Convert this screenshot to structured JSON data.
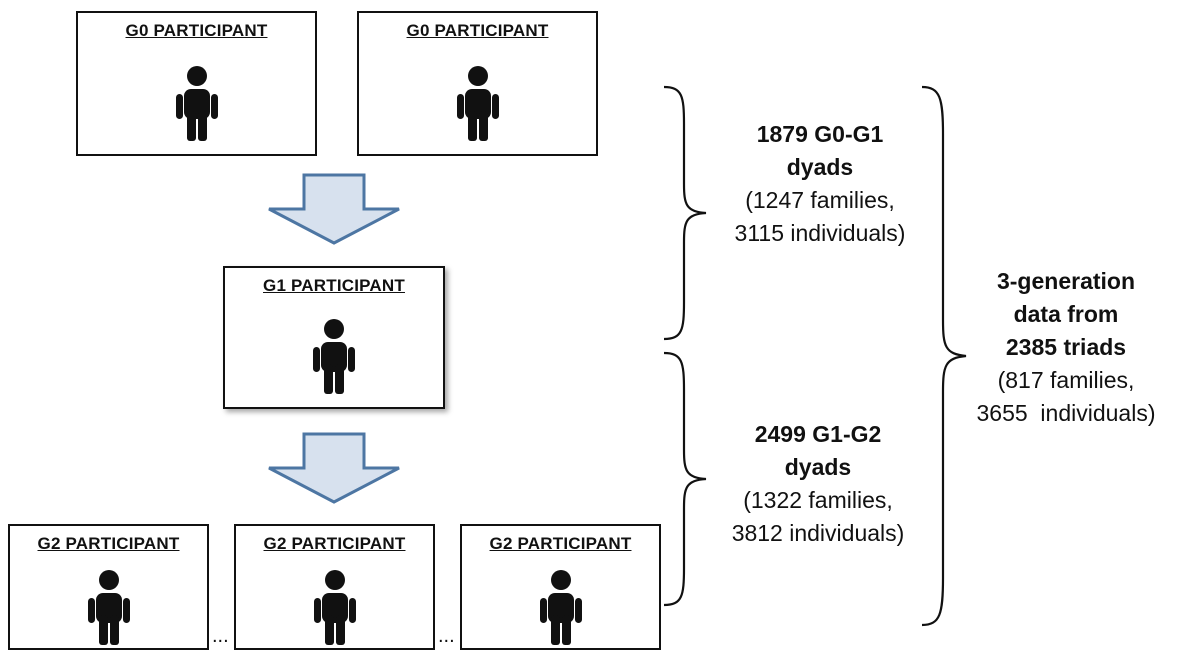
{
  "colors": {
    "arrow_fill": "#d7e1ee",
    "arrow_stroke": "#4d76a3",
    "figure": "#111111"
  },
  "boxes": {
    "g0_left": {
      "label": "G0 PARTICIPANT",
      "icon": "person-icon"
    },
    "g0_right": {
      "label": "G0 PARTICIPANT",
      "icon": "person-icon"
    },
    "g1": {
      "label": "G1 PARTICIPANT",
      "icon": "person-icon"
    },
    "g2_a": {
      "label": "G2 PARTICIPANT",
      "icon": "person-icon"
    },
    "g2_b": {
      "label": "G2 PARTICIPANT",
      "icon": "person-icon"
    },
    "g2_c": {
      "label": "G2 PARTICIPANT",
      "icon": "person-icon"
    }
  },
  "ellipsis": "...",
  "groups": {
    "g0g1": {
      "title_line1": "1879 G0-G1",
      "title_line2": "dyads",
      "line3": "(1247 families,",
      "line4": "3115 individuals)"
    },
    "g1g2": {
      "title_line1": "2499 G1-G2",
      "title_line2": "dyads",
      "line3": "(1322 families,",
      "line4": "3812 individuals)"
    },
    "three_gen": {
      "title_line1": "3-generation",
      "title_line2": "data from",
      "title_line3": "2385 triads",
      "line4": "(817 families,",
      "line5": "3655  individuals)"
    }
  }
}
